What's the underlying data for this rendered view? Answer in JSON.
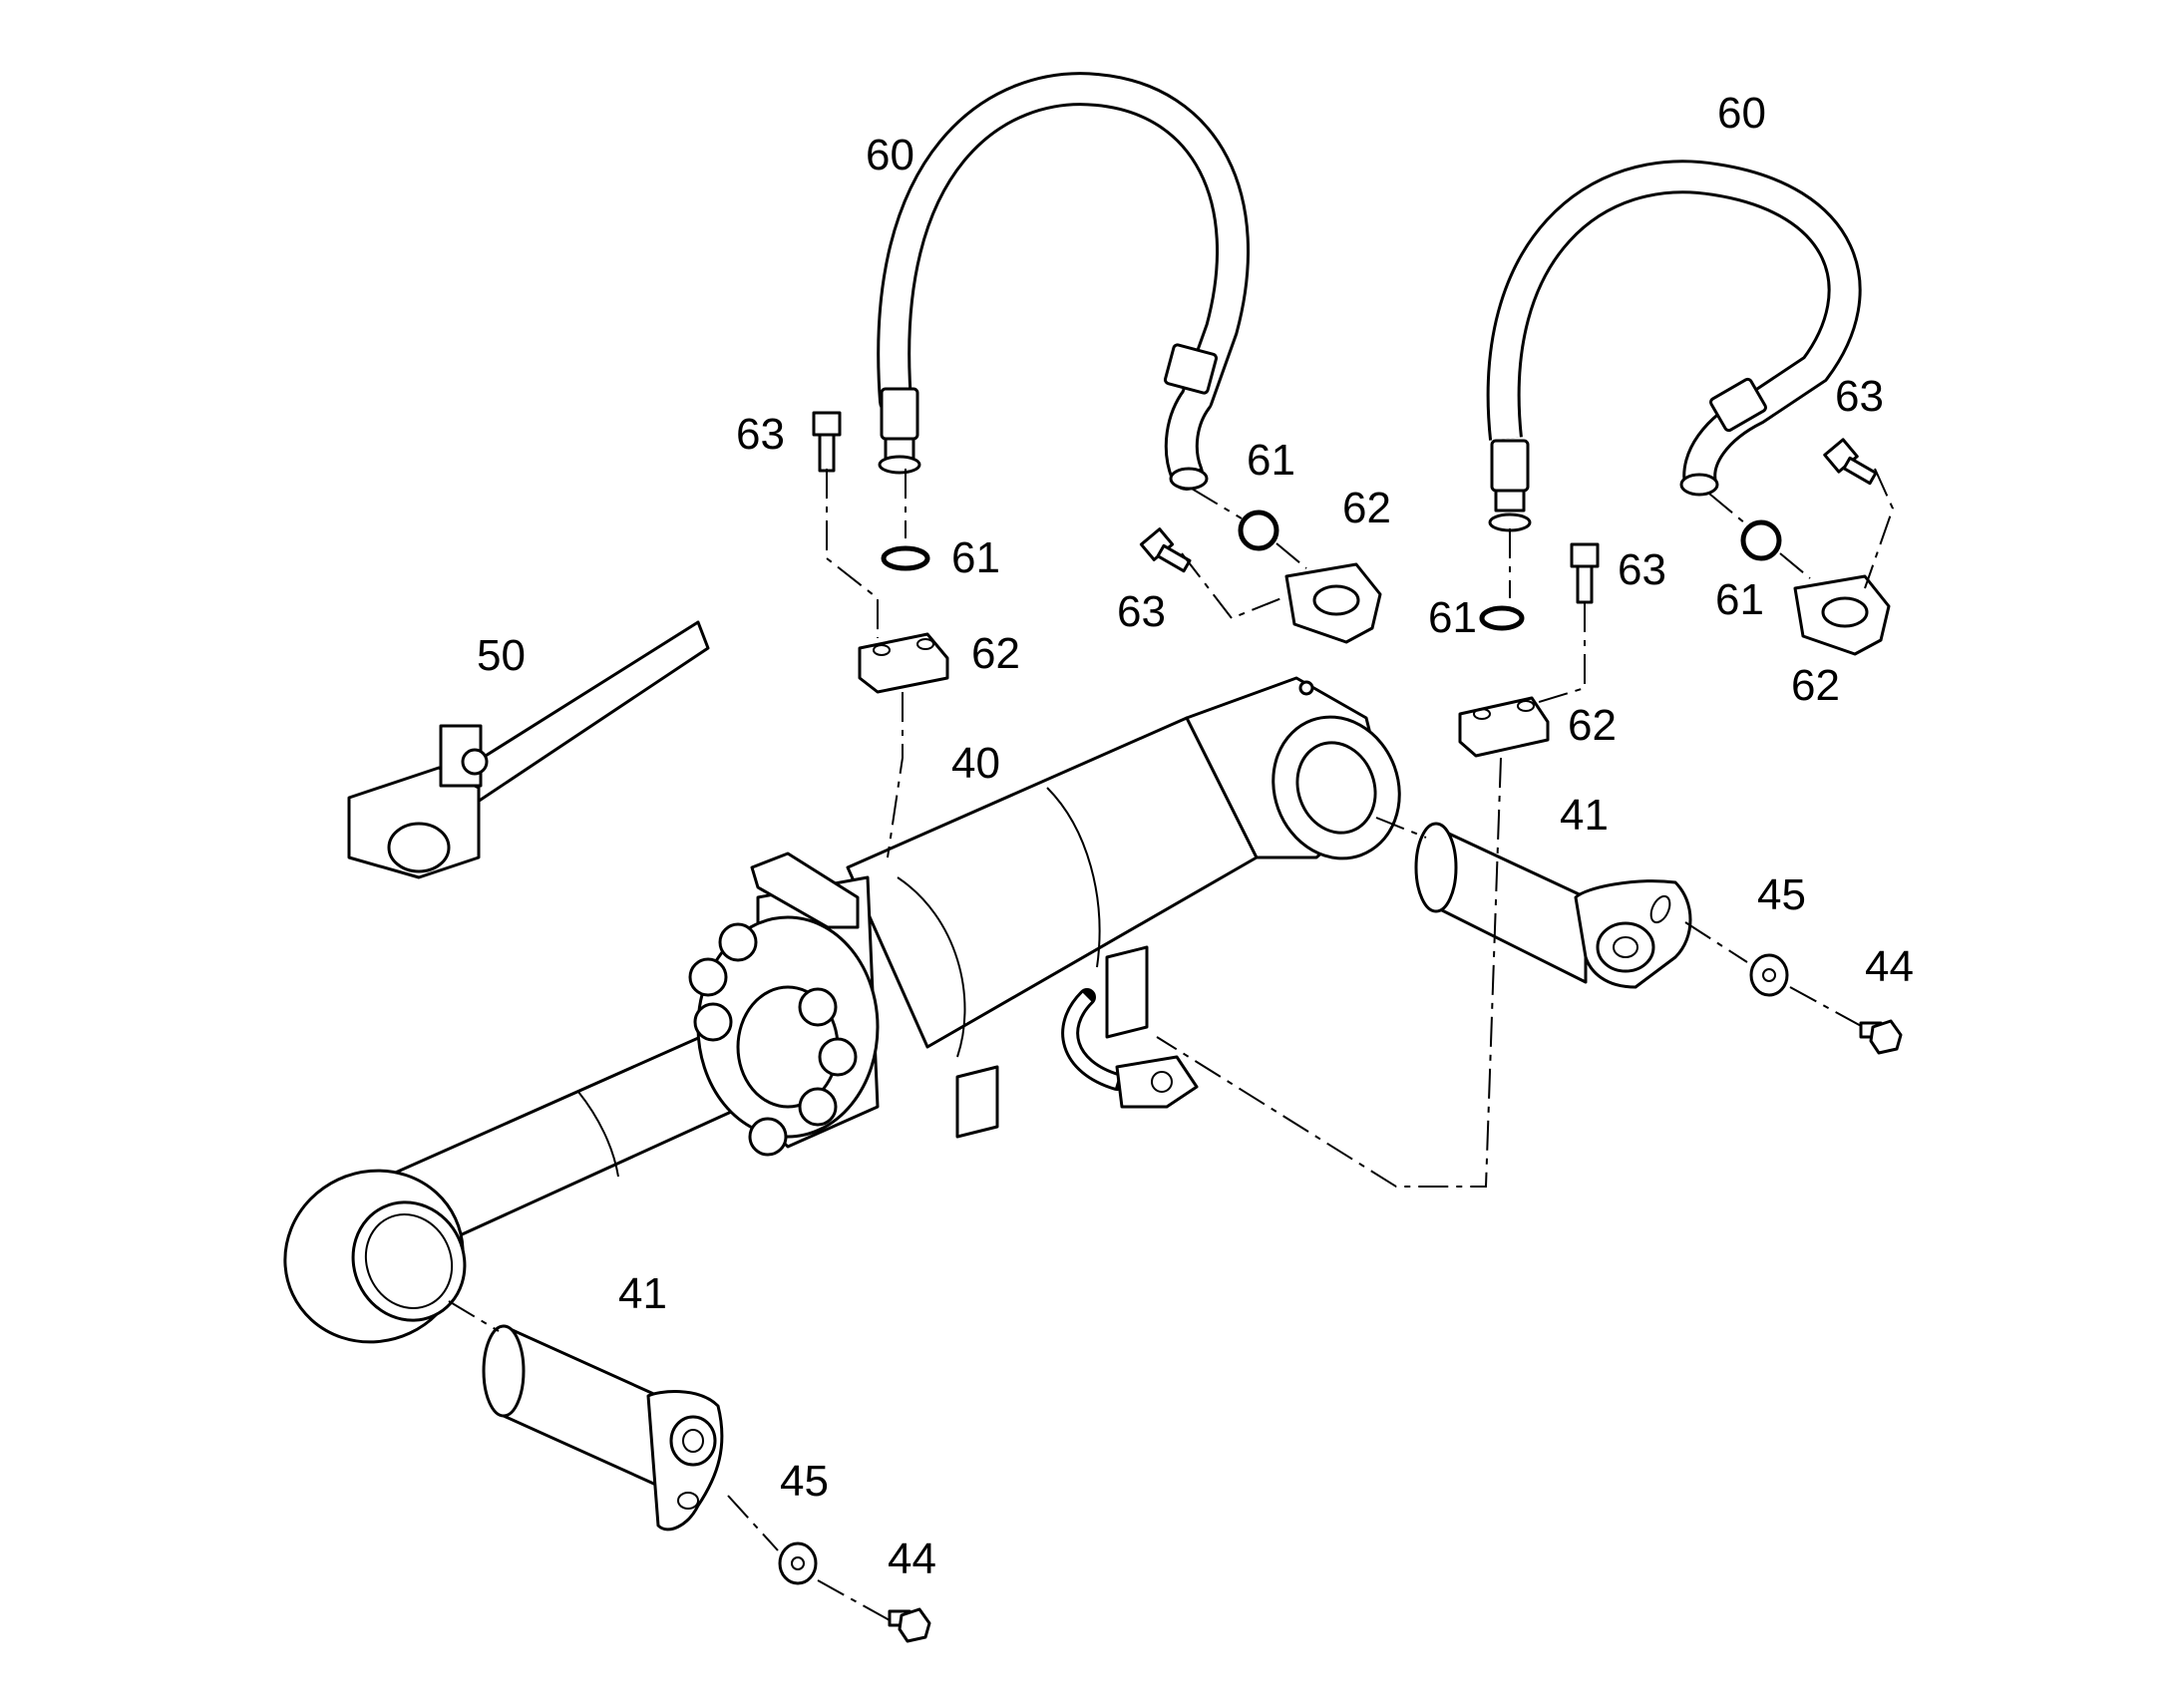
{
  "callouts": {
    "hose_left": "60",
    "hose_right": "60",
    "bolt_left": "63",
    "oring_left": "61",
    "flange_left": "62",
    "oring_mid": "61",
    "flange_mid": "62",
    "bolt_mid": "63",
    "bolt_right_top": "63",
    "oring_right": "61",
    "flange_right": "62",
    "oring_center": "61",
    "bolt_center": "63",
    "flange_center": "62",
    "rod_50": "50",
    "cylinder_40": "40",
    "pin_right": "41",
    "washer_right": "45",
    "screw_right": "44",
    "pin_left": "41",
    "washer_left": "45",
    "screw_left": "44"
  },
  "colors": {
    "line": "#000000",
    "paper": "#ffffff"
  }
}
